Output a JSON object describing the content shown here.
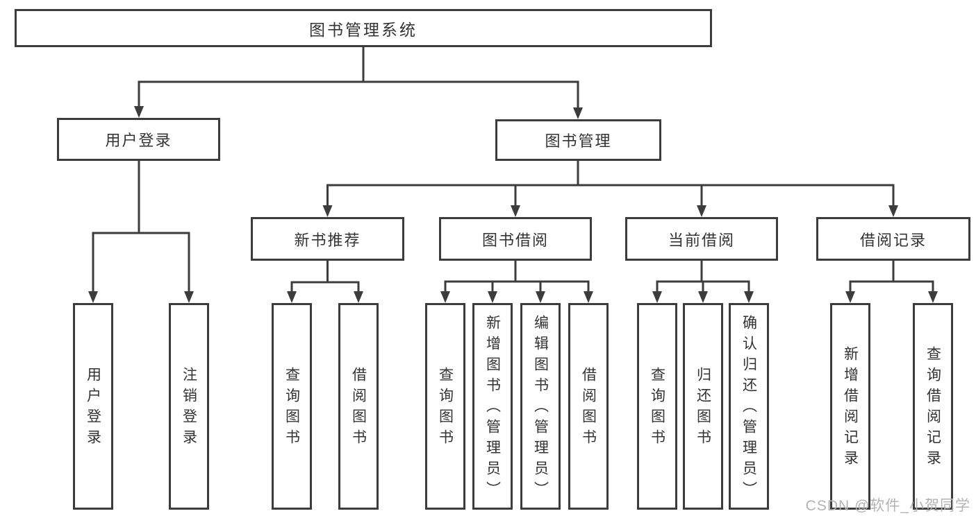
{
  "tree": {
    "label": "图书管理系统",
    "children": [
      {
        "label": "用户登录",
        "children": [
          {
            "label": "用户登录"
          },
          {
            "label": "注销登录"
          }
        ]
      },
      {
        "label": "图书管理",
        "children": [
          {
            "label": "新书推荐",
            "children": [
              {
                "label": "查询图书"
              },
              {
                "label": "借阅图书"
              }
            ]
          },
          {
            "label": "图书借阅",
            "children": [
              {
                "label": "查询图书"
              },
              {
                "label": "新增图书（管理员）"
              },
              {
                "label": "编辑图书（管理员）"
              },
              {
                "label": "借阅图书"
              }
            ]
          },
          {
            "label": "当前借阅",
            "children": [
              {
                "label": "查询图书"
              },
              {
                "label": "归还图书"
              },
              {
                "label": "确认归还（管理员）"
              }
            ]
          },
          {
            "label": "借阅记录",
            "children": [
              {
                "label": "新增借阅记录"
              },
              {
                "label": "查询借阅记录"
              }
            ]
          }
        ]
      }
    ]
  },
  "watermark": {
    "text": "CSDN @软件_小贺同学"
  },
  "colors": {
    "line": "#3c3c3c",
    "text": "#333333",
    "watermark": "#b3b3b3",
    "background": "#ffffff"
  }
}
